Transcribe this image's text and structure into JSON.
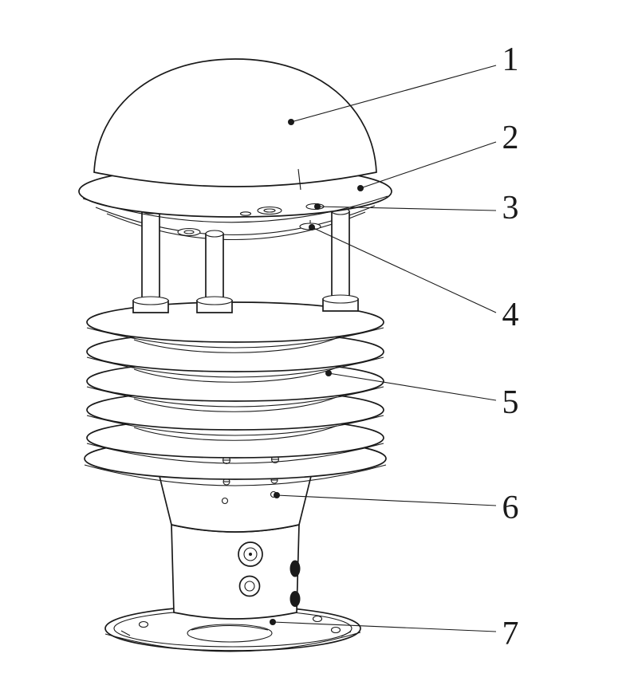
{
  "figure": {
    "kind": "technical-line-drawing",
    "callouts": [
      {
        "label": "1"
      },
      {
        "label": "2"
      },
      {
        "label": "3"
      },
      {
        "label": "4"
      },
      {
        "label": "5"
      },
      {
        "label": "6"
      },
      {
        "label": "7"
      }
    ]
  },
  "colors": {
    "line": "#1a1a1a",
    "background": "#ffffff"
  }
}
